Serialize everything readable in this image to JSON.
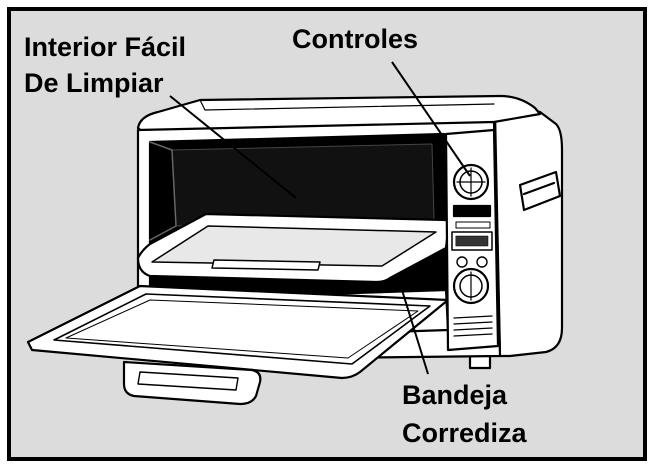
{
  "labels": {
    "interior_line1": "Interior Fácil",
    "interior_line2": "De Limpiar",
    "controles": "Controles",
    "bandeja_line1": "Bandeja",
    "bandeja_line2": "Corrediza"
  },
  "colors": {
    "panel_background": "#dcdcdc",
    "outline": "#000000",
    "oven_body": "#ffffff",
    "oven_cavity": "#000000"
  },
  "icons": {
    "main_illustration": "toaster-oven-icon"
  }
}
